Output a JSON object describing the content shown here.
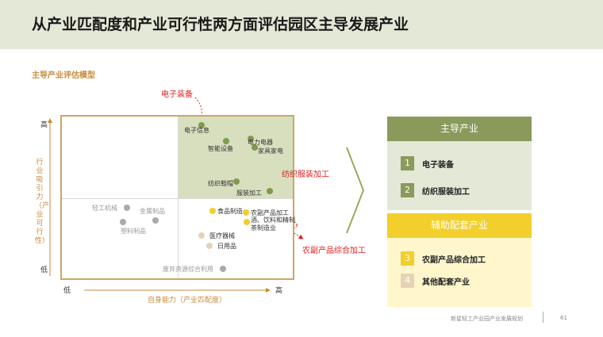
{
  "title": "从产业匹配度和产业可行性两方面评估园区主导发展产业",
  "section_label": "主导产业评估模型",
  "matrix": {
    "y_axis_title": "行业吸引力（产业可行性）",
    "x_axis_title": "自身能力（产业匹配度）",
    "y_high": "高",
    "y_low": "低",
    "x_low": "低",
    "x_high": "高",
    "points": {
      "electronics_info": "电子信息",
      "power_appliance": "电力电器",
      "smart_equipment": "智能设备",
      "home_appliance": "家具家电",
      "textile_shoes": "纺织鞋帽",
      "garment": "服装加工",
      "light_machinery": "轻工机械",
      "metal_products": "金属制品",
      "plastic_products": "塑料制品",
      "food_manufacturing": "食品制造",
      "agri_processing": "农副产品加工",
      "beverage_tea": "酒、饮料和精制茶制造业",
      "medical_devices": "医疗器械",
      "daily_goods": "日用品",
      "waste_recycling": "废弃资源综合利用"
    },
    "callouts": {
      "electronic_equipment": "电子装备",
      "textile_garment": "纺织服装加工",
      "agri_comprehensive": "农副产品综合加工"
    }
  },
  "panel": {
    "leading_title": "主导产业",
    "leading_items": [
      {
        "num": "1",
        "label": "电子装备"
      },
      {
        "num": "2",
        "label": "纺织服装加工"
      }
    ],
    "support_title": "辅助配套产业",
    "support_items": [
      {
        "num": "3",
        "label": "农副产品综合加工"
      },
      {
        "num": "4",
        "label": "其他配套产业"
      }
    ]
  },
  "colors": {
    "header_bg": "#e4e8d6",
    "olive": "#8a9a5b",
    "yellow": "#f2cf2c",
    "beige": "#e6d3b5",
    "red": "#e02020",
    "orange": "#c98a3c"
  },
  "footer": {
    "doc_title": "新星轻工产业园产业发展规划",
    "page": "61"
  }
}
